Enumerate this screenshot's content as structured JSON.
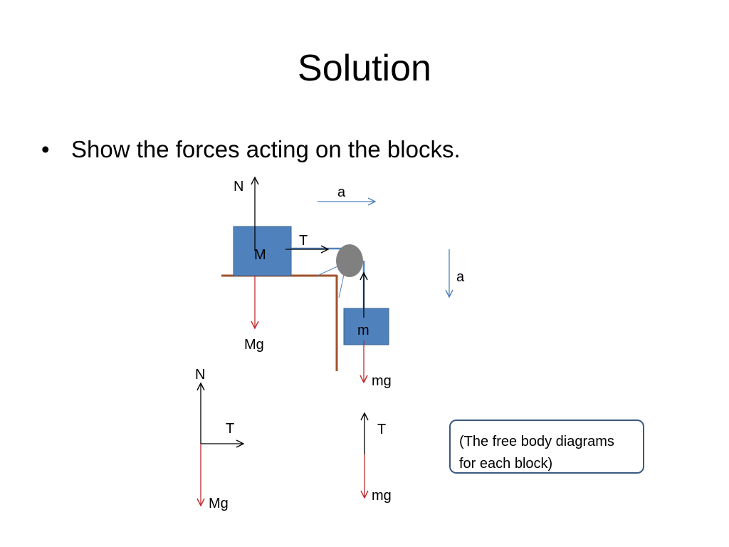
{
  "slide": {
    "title": "Solution",
    "bullet": {
      "symbol": "•",
      "text": "Show the forces acting on the blocks."
    }
  },
  "diagram": {
    "labels": {
      "normal_big": "N",
      "accel_top": "a",
      "tension_big": "T",
      "block_big": "M",
      "weight_big": "Mg",
      "block_small": "m",
      "weight_small": "mg",
      "accel_side": "a"
    },
    "fbd_big": {
      "normal": "N",
      "tension": "T",
      "weight": "Mg"
    },
    "fbd_small": {
      "tension": "T",
      "weight": "mg"
    },
    "note_lines": [
      "(The free body diagrams",
      "for each block)"
    ]
  },
  "colors": {
    "block_fill": "#4f81bd",
    "block_stroke": "#3a6291",
    "accel_arrow": "#4f81bd",
    "weight_arrow": "#c0292b",
    "table_edge": "#a0522d",
    "pulley": "#808080",
    "note_border": "#3a5a7f"
  }
}
